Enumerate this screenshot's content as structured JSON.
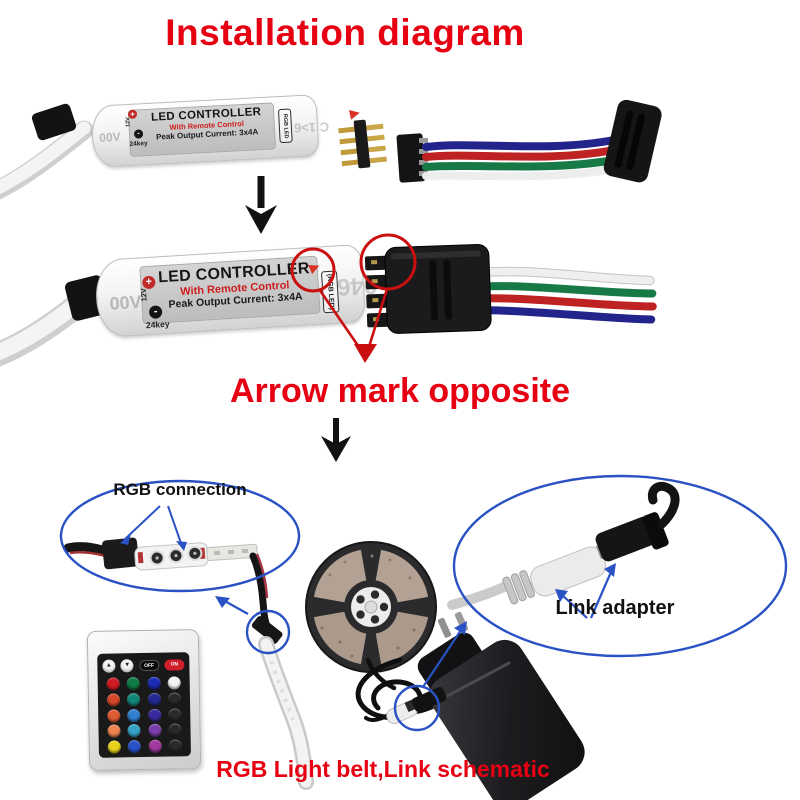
{
  "title": "Installation diagram",
  "colors": {
    "title_red": "#e60012",
    "annotation_blue": "#2a52c4",
    "mark_red": "#c90f0f"
  },
  "controller_small": {
    "name": "LED CONTROLLER",
    "with_remote": "With Remote Control",
    "peak": "Peak Output Current: 3x4A",
    "plus": "+",
    "minus": "-",
    "voltage": "12V",
    "keys": "24key",
    "rgb_tag": "RGB LED",
    "arrow_glyph": "▶",
    "print_left": "Λ00",
    "print_right": "C 1>6"
  },
  "controller_large": {
    "name": "LED CONTROLLER",
    "with_remote": "With Remote Control",
    "peak": "Peak Output Current: 3x4A",
    "plus": "+",
    "minus": "-",
    "voltage": "12V",
    "keys": "24key",
    "rgb_tag": "(RGB LED)",
    "arrow_glyph": "▶",
    "print_left": "Λ00",
    "print_right": "946"
  },
  "annotations": {
    "arrow_mark": "Arrow mark opposite",
    "rgb_connection": "RGB connection",
    "link_adapter": "Link adapter",
    "caption": "RGB Light belt,Link schematic"
  },
  "remote": {
    "brightness_up": "▲",
    "brightness_down": "▼",
    "off": "OFF",
    "on": "ON",
    "on_color": "#cf1f2a",
    "key_rows": [
      [
        "#cf1b24",
        "#0e7c43",
        "#1b2cb5",
        "#f4f4f4"
      ],
      [
        "#d5472b",
        "#128678",
        "#232a90",
        "#2a2a2a"
      ],
      [
        "#df5c35",
        "#2f80d1",
        "#3a2ba0",
        "#2a2a2a"
      ],
      [
        "#ef8351",
        "#36a2c9",
        "#7a3fab",
        "#2a2a2a"
      ],
      [
        "#e9d31b",
        "#2a53c9",
        "#a13aa0",
        "#2a2a2a"
      ]
    ]
  },
  "wire_colors": {
    "blue": "#23238c",
    "red": "#bf2222",
    "green": "#177a46",
    "white": "#f0f0f0"
  }
}
